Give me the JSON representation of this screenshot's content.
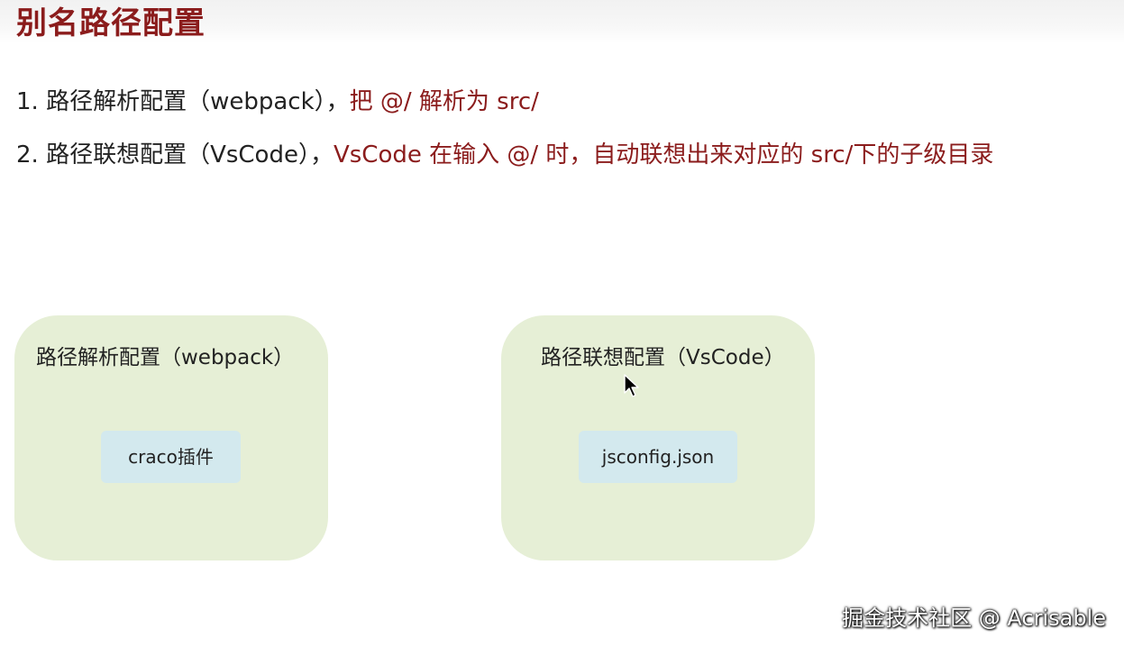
{
  "slide": {
    "title": "别名路径配置",
    "points": [
      {
        "prefix": "1. 路径解析配置（webpack），",
        "highlight": "把 @/ 解析为 src/"
      },
      {
        "prefix": "2. 路径联想配置（VsCode），",
        "highlight": "VsCode 在输入 @/ 时，自动联想出来对应的 src/下的子级目录"
      }
    ],
    "boxes": [
      {
        "title": "路径解析配置（webpack）",
        "chip": "craco插件"
      },
      {
        "title": "路径联想配置（VsCode）",
        "chip": "jsconfig.json"
      }
    ],
    "watermark": "掘金技术社区 @ Acrisable"
  },
  "colors": {
    "accent": "#8b1c1c",
    "box_background": "#e6efd6",
    "chip_background": "#d3e9ee"
  },
  "icons": {
    "cursor": "mouse-pointer-icon"
  }
}
